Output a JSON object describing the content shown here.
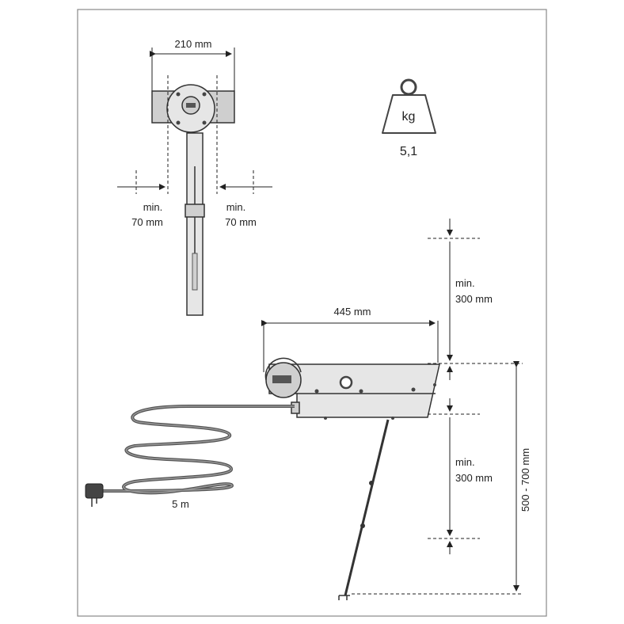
{
  "top_view": {
    "width_label": "210 mm",
    "left_clearance_1": "min.",
    "left_clearance_2": "70 mm",
    "right_clearance_1": "min.",
    "right_clearance_2": "70 mm"
  },
  "weight": {
    "unit": "kg",
    "value": "5,1"
  },
  "side_view": {
    "length_label": "445 mm",
    "top_clearance_1": "min.",
    "top_clearance_2": "300 mm",
    "bottom_clearance_1": "min.",
    "bottom_clearance_2": "300 mm",
    "height_label": "500 - 700 mm",
    "cable_label": "5 m"
  }
}
